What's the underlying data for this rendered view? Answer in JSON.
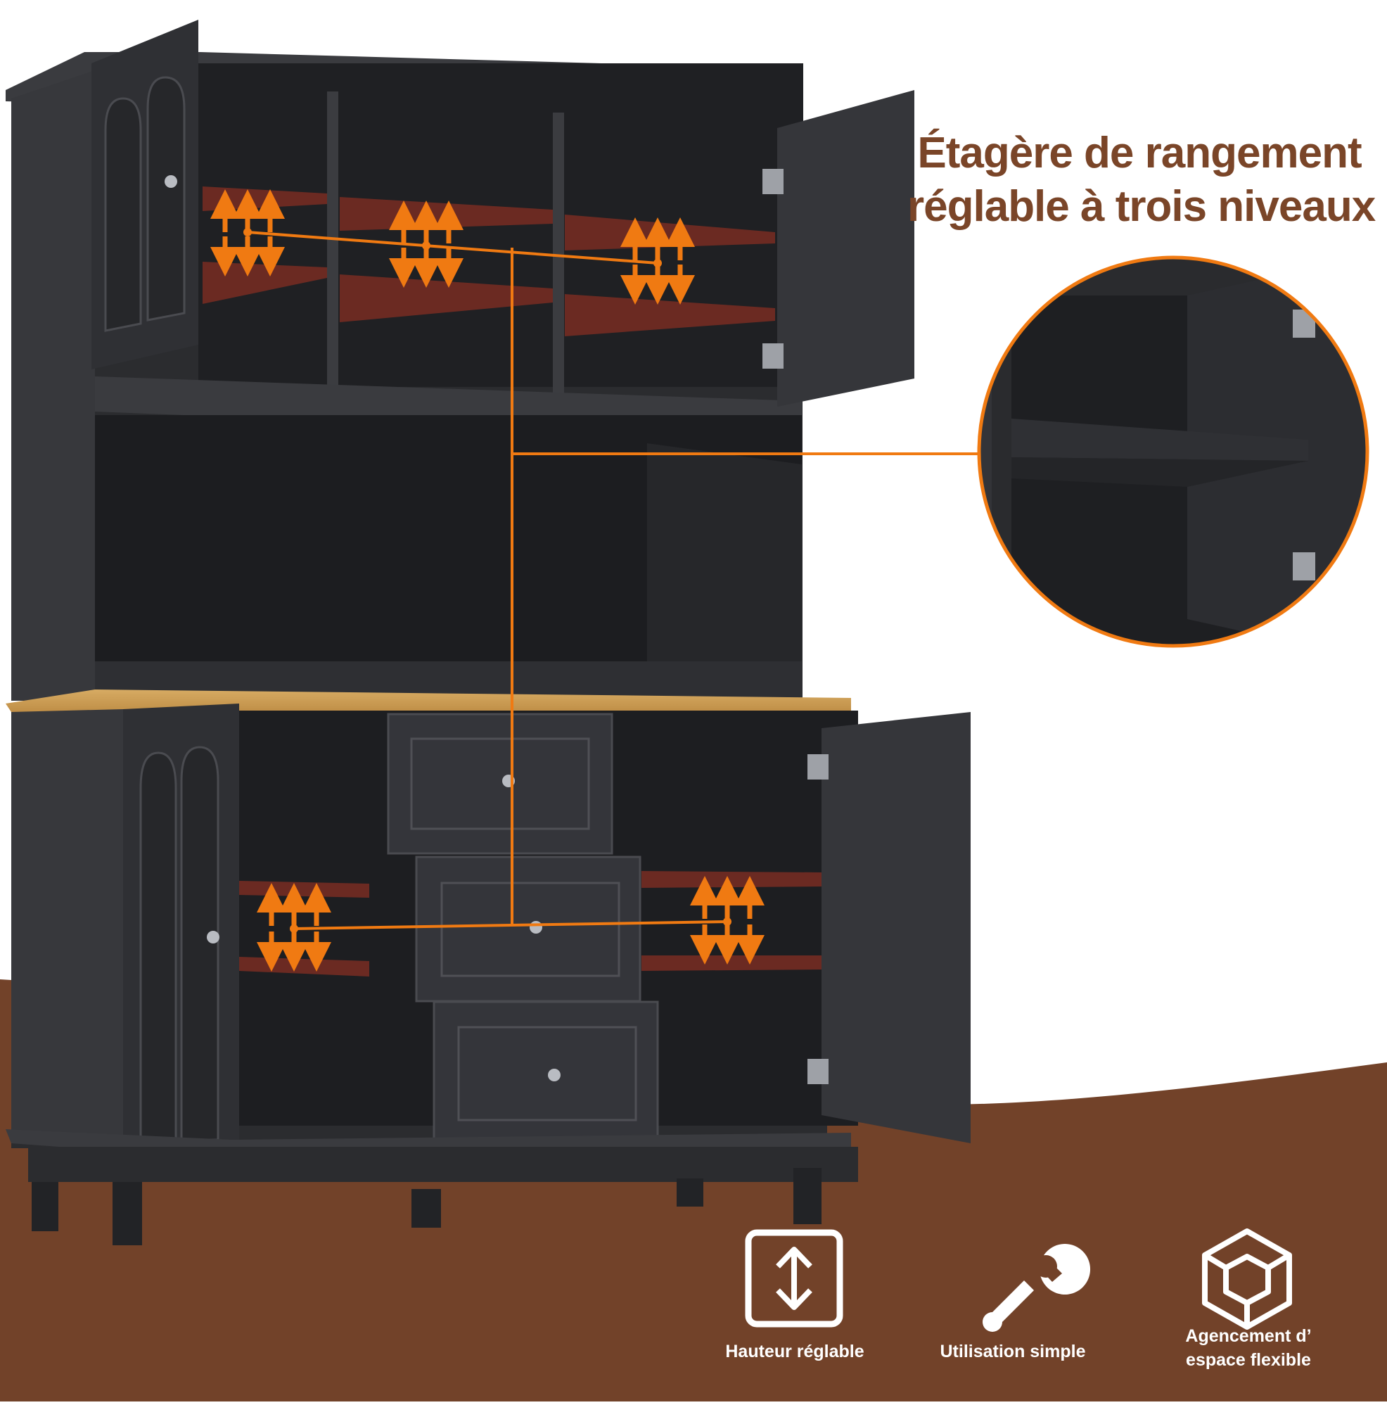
{
  "headline": {
    "line1": "Étagère de rangement",
    "line2": "réglable à trois niveaux"
  },
  "features": [
    {
      "icon": "up-down-arrow-icon",
      "label": "Hauteur réglable"
    },
    {
      "icon": "wrench-icon",
      "label": "Utilisation simple"
    },
    {
      "icon": "cube-icon",
      "label_line1": "Agencement d’",
      "label_line2": "espace flexible"
    }
  ],
  "colors": {
    "accent_orange": "#f07a12",
    "headline_brown": "#7a4528",
    "floor_brown": "#724229",
    "cabinet_dark": "#2b2c2f",
    "shelf_highlight": "#6b2a22",
    "countertop_wood": "#c99a52"
  }
}
